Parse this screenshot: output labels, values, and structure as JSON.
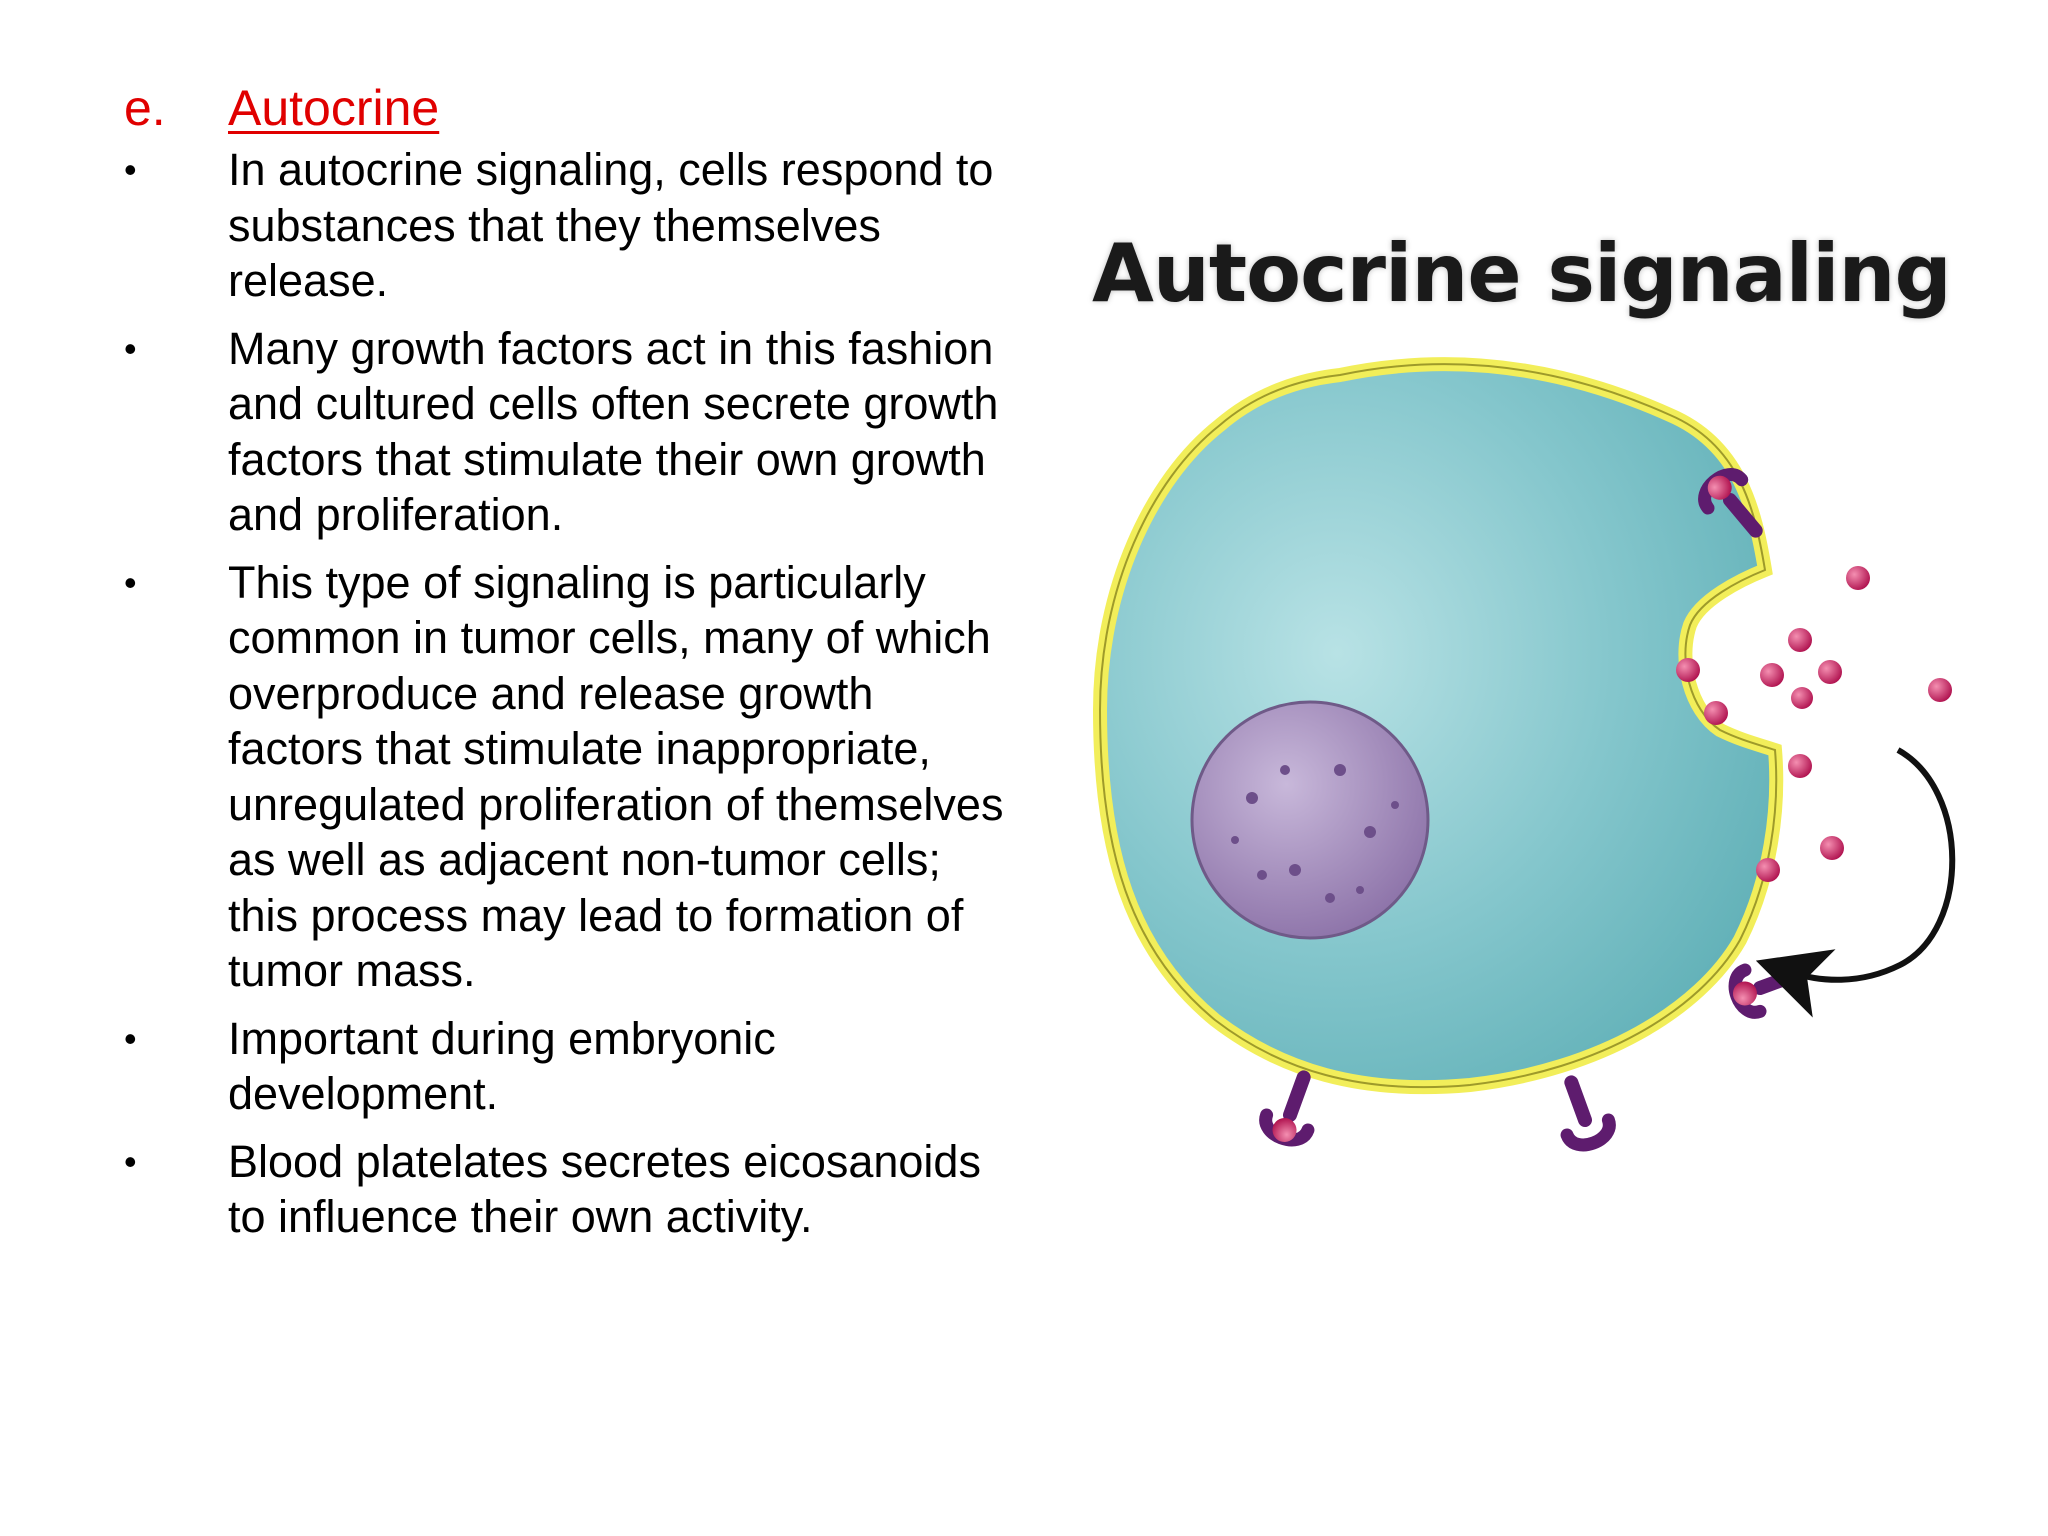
{
  "section": {
    "marker": "e.",
    "title": "Autocrine"
  },
  "bullets": [
    "In autocrine signaling, cells respond to substances that they themselves release.",
    "Many growth factors act in this fashion and cultured cells often secrete growth factors that stimulate their own growth and proliferation.",
    "This type of signaling is particularly common in tumor cells, many of which overproduce and release growth factors that stimulate inappropriate, unregulated proliferation of themselves as well as adjacent non-tumor cells; this process may lead to formation of tumor mass.",
    "Important during embryonic development.",
    "Blood platelates secretes eicosanoids to influence their own activity."
  ],
  "bullet_symbol": "•",
  "figure": {
    "title": "Autocrine signaling"
  },
  "colors": {
    "heading": "#e00000",
    "cell_fill": "#7cc3c8",
    "membrane": "#f2ee5a",
    "nucleus": "#9b82b3",
    "receptor": "#5e1c6e",
    "ligand": "#c2185b"
  }
}
